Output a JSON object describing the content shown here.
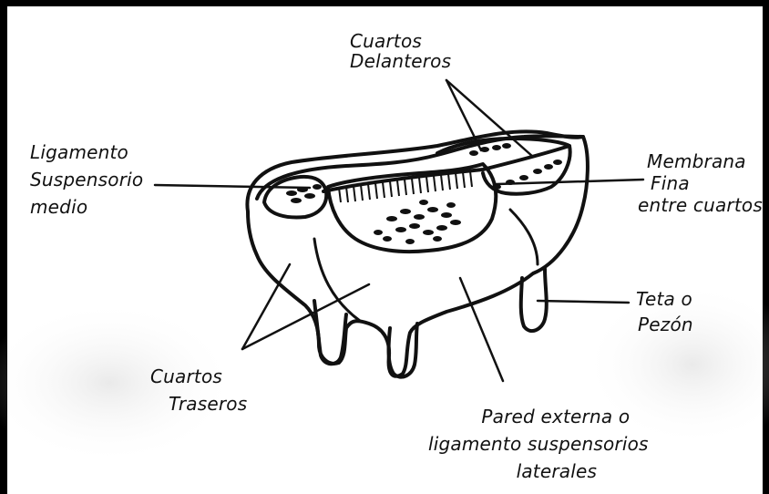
{
  "labels": {
    "front_quarters": [
      "Cuartos",
      "Delanteros"
    ],
    "median_ligament": [
      "Ligamento",
      "Suspensorio",
      "medio"
    ],
    "membrane": [
      "Membrana",
      "Fina",
      "entre cuartos"
    ],
    "teat": [
      "Teta o",
      "Pezón"
    ],
    "rear_quarters": [
      "Cuartos",
      "Traseros"
    ],
    "outer_wall": [
      "Pared externa o",
      "ligamento suspensorios",
      "laterales"
    ]
  },
  "colors": {
    "ink": "#111111",
    "paper": "#ffffff",
    "shading": "#d9d9d9"
  }
}
